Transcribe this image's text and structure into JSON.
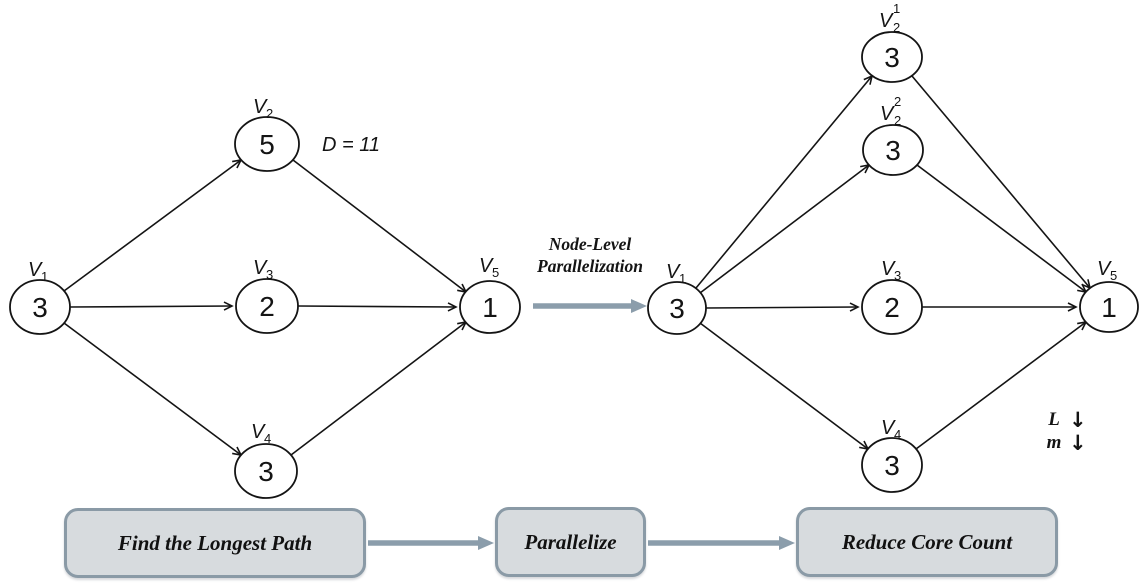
{
  "left_graph": {
    "title": "original-dag",
    "depth_annotation": "D = 11",
    "nodes": [
      {
        "id": "V1",
        "base": "V",
        "sub": "1",
        "value": "3"
      },
      {
        "id": "V2",
        "base": "V",
        "sub": "2",
        "value": "5"
      },
      {
        "id": "V3",
        "base": "V",
        "sub": "3",
        "value": "2"
      },
      {
        "id": "V4",
        "base": "V",
        "sub": "4",
        "value": "3"
      },
      {
        "id": "V5",
        "base": "V",
        "sub": "5",
        "value": "1"
      }
    ],
    "edges": [
      {
        "from": "V1",
        "to": "V2"
      },
      {
        "from": "V1",
        "to": "V3"
      },
      {
        "from": "V1",
        "to": "V4"
      },
      {
        "from": "V2",
        "to": "V5"
      },
      {
        "from": "V3",
        "to": "V5"
      },
      {
        "from": "V4",
        "to": "V5"
      }
    ]
  },
  "transform": {
    "label_line1": "Node-Level",
    "label_line2": "Parallelization"
  },
  "right_graph": {
    "title": "parallelized-dag",
    "nodes": [
      {
        "id": "V1",
        "base": "V",
        "sub": "1",
        "sup": "",
        "value": "3"
      },
      {
        "id": "V2^1",
        "base": "V",
        "sub": "2",
        "sup": "1",
        "value": "3"
      },
      {
        "id": "V2^2",
        "base": "V",
        "sub": "2",
        "sup": "2",
        "value": "3"
      },
      {
        "id": "V3",
        "base": "V",
        "sub": "3",
        "sup": "",
        "value": "2"
      },
      {
        "id": "V4",
        "base": "V",
        "sub": "4",
        "sup": "",
        "value": "3"
      },
      {
        "id": "V5",
        "base": "V",
        "sub": "5",
        "sup": "",
        "value": "1"
      }
    ],
    "edges": [
      {
        "from": "V1",
        "to": "V2^1"
      },
      {
        "from": "V1",
        "to": "V2^2"
      },
      {
        "from": "V1",
        "to": "V3"
      },
      {
        "from": "V1",
        "to": "V4"
      },
      {
        "from": "V2^1",
        "to": "V5"
      },
      {
        "from": "V2^2",
        "to": "V5"
      },
      {
        "from": "V3",
        "to": "V5"
      },
      {
        "from": "V4",
        "to": "V5"
      }
    ]
  },
  "metrics": [
    {
      "symbol": "L",
      "direction": "↓"
    },
    {
      "symbol": "m",
      "direction": "↓"
    }
  ],
  "flow_steps": [
    {
      "label": "Find the Longest Path"
    },
    {
      "label": "Parallelize"
    },
    {
      "label": "Reduce Core Count"
    }
  ],
  "colors": {
    "background": "#ffffff",
    "node_stroke": "#141414",
    "edge": "#141414",
    "big_arrow": "#8b9dab",
    "box_fill": "#d7dbde",
    "box_border": "#8a9aa6",
    "text": "#111111"
  }
}
